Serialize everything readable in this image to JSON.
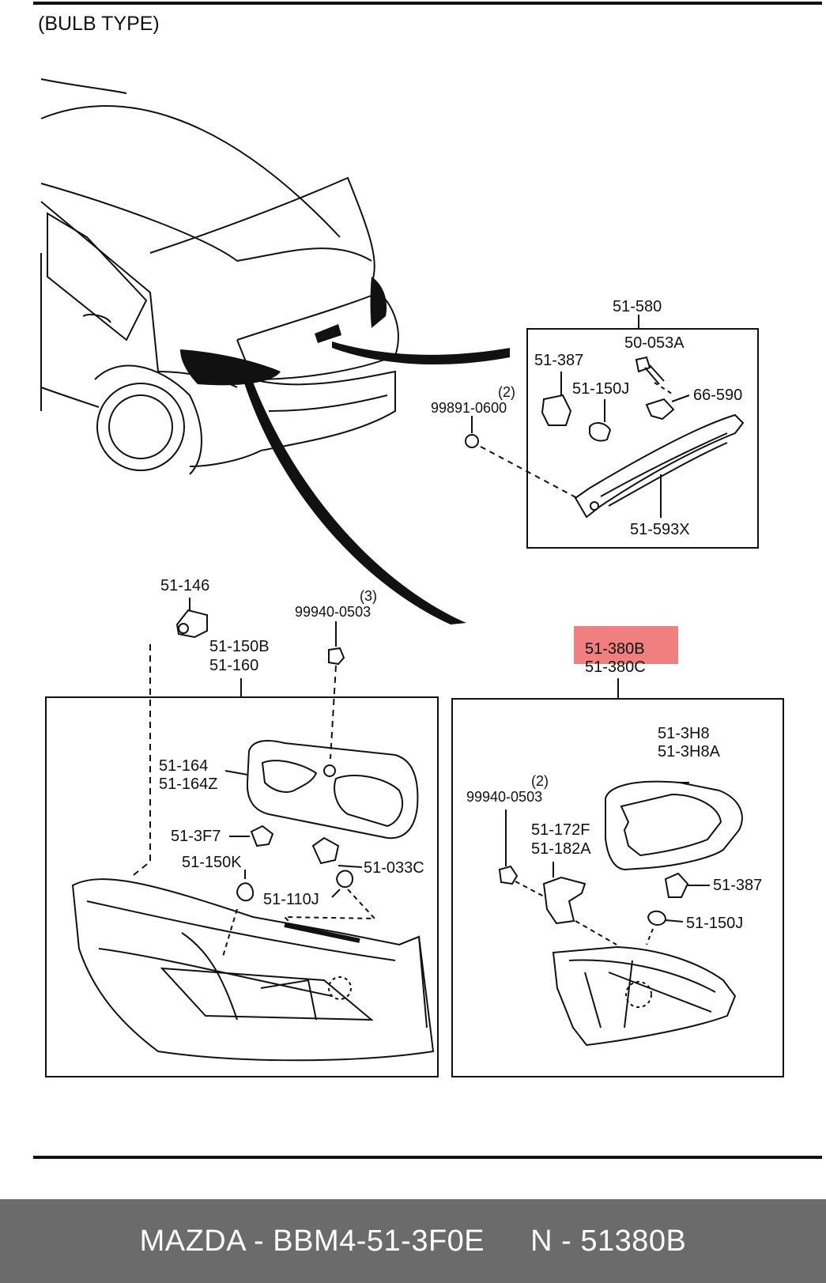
{
  "header": {
    "title": "(BULB TYPE)"
  },
  "parts": {
    "p51_580": "51-580",
    "p50_053A": "50-053A",
    "p51_387_top": "51-387",
    "p51_150J_top": "51-150J",
    "p66_590": "66-590",
    "p99891_qty": "(2)",
    "p99891_0600": "99891-0600",
    "p51_593X": "51-593X",
    "p51_146": "51-146",
    "p99940_qty_mid": "(3)",
    "p99940_0503_mid": "99940-0503",
    "p51_150B": "51-150B",
    "p51_160": "51-160",
    "p51_380B": "51-380B",
    "p51_380C": "51-380C",
    "p51_164": "51-164",
    "p51_164Z": "51-164Z",
    "p51_3F7": "51-3F7",
    "p51_150K": "51-150K",
    "p51_033C": "51-033C",
    "p51_110J": "51-110J",
    "p51_3H8": "51-3H8",
    "p51_3H8A": "51-3H8A",
    "p99940_qty_right": "(2)",
    "p99940_0503_right": "99940-0503",
    "p51_172F": "51-172F",
    "p51_182A": "51-182A",
    "p51_387_right": "51-387",
    "p51_150J_right": "51-150J"
  },
  "highlight": {
    "color": "#f08080"
  },
  "footer": {
    "left": "MAZDA - BBM4-51-3F0E",
    "right": "N - 51380B"
  }
}
